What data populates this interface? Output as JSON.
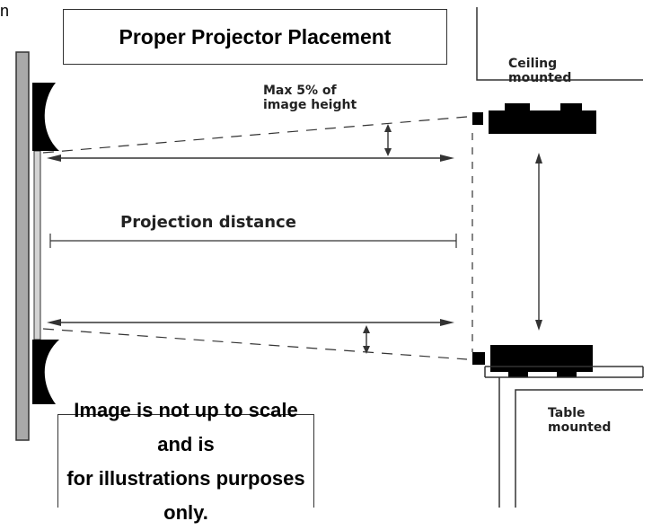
{
  "title": "Proper Projector Placement",
  "corner_fragment": "n",
  "labels": {
    "max_offset_line1": "Max 5% of",
    "max_offset_line2": "image height",
    "distance": "Projection distance",
    "ceiling_line1": "Ceiling",
    "ceiling_line2": "mounted",
    "table_line1": "Table",
    "table_line2": "mounted"
  },
  "note": {
    "line1": "Image is not up to scale and is",
    "line2": "for illustrations purposes only."
  }
}
